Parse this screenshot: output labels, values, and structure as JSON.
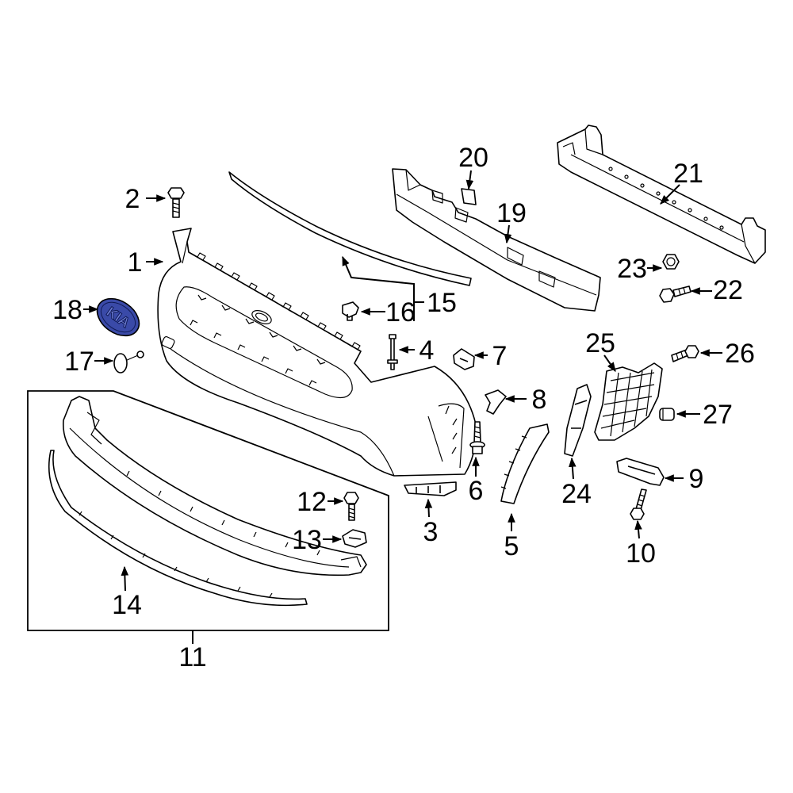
{
  "diagram": {
    "callouts": {
      "c1": "1",
      "c2": "2",
      "c3": "3",
      "c4": "4",
      "c5": "5",
      "c6": "6",
      "c7": "7",
      "c8": "8",
      "c9": "9",
      "c10": "10",
      "c11": "11",
      "c12": "12",
      "c13": "13",
      "c14": "14",
      "c15": "15",
      "c16": "16",
      "c17": "17",
      "c18": "18",
      "c19": "19",
      "c20": "20",
      "c21": "21",
      "c22": "22",
      "c23": "23",
      "c24": "24",
      "c25": "25",
      "c26": "26",
      "c27": "27"
    },
    "emblem_logo": "KIA"
  },
  "colors": {
    "background": "#ffffff",
    "line": "#000000",
    "emblem_fill": "#3a4aa8"
  }
}
